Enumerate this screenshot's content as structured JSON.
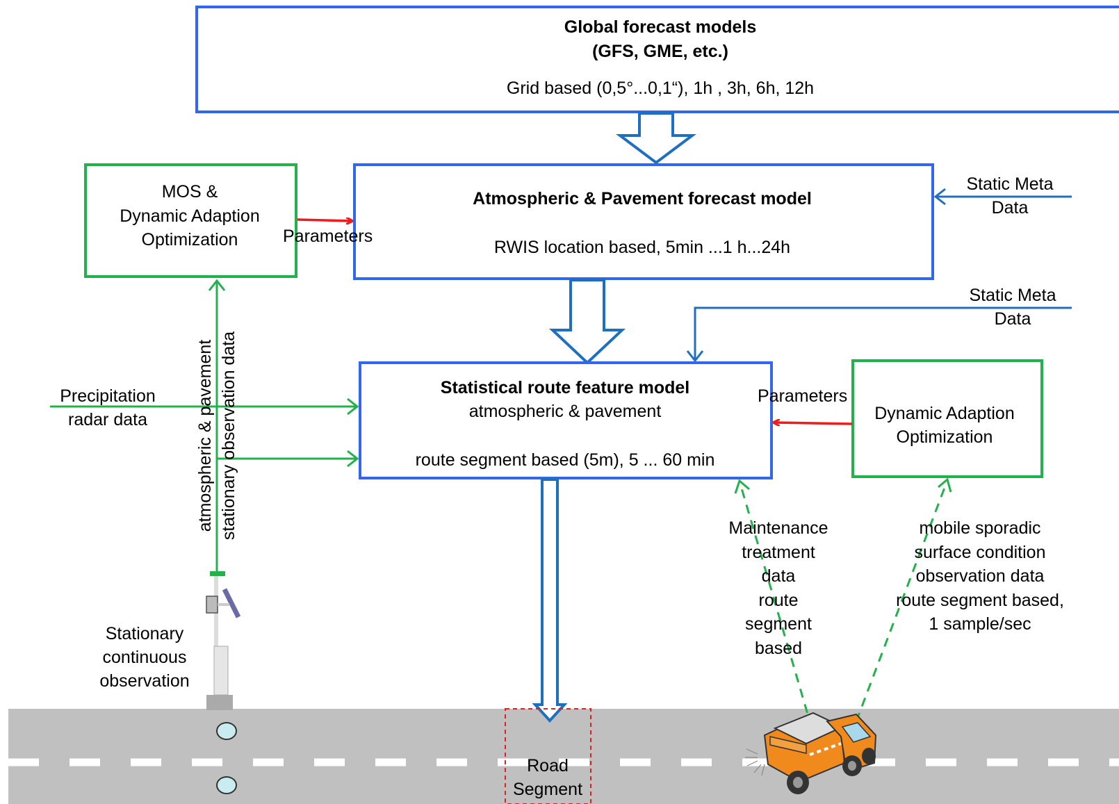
{
  "colors": {
    "blue_box": "#3366ee",
    "blue_arrow": "#1f6fc0",
    "green": "#22b14c",
    "red": "#ee1c1c",
    "road": "#c0c0c0",
    "road_segment": "#dd2222",
    "lamp_lens": "#c9ecf0"
  },
  "global_box": {
    "title1": "Global forecast models",
    "title2": "(GFS, GME, etc.)",
    "subtitle": "Grid based (0,5°...0,1“), 1h , 3h, 6h, 12h"
  },
  "atmo_box": {
    "title": "Atmospheric & Pavement forecast model",
    "subtitle": "RWIS location based, 5min ...1 h...24h"
  },
  "mos_box": {
    "line1": "MOS &",
    "line2": "Dynamic Adaption",
    "line3": "Optimization"
  },
  "stat_box": {
    "title": "Statistical route feature model",
    "line2": "atmospheric & pavement",
    "line3": "route segment based (5m), 5 ... 60 min"
  },
  "dyn_box": {
    "line1": "Dynamic Adaption",
    "line2": "Optimization"
  },
  "labels": {
    "parameters_left": "Parameters",
    "parameters_right": "Parameters",
    "static_meta_1": [
      "Static Meta",
      "Data"
    ],
    "static_meta_2": [
      "Static Meta",
      "Data"
    ],
    "precipitation": [
      "Precipitation",
      "radar data"
    ],
    "vertical_1": "atmospheric & pavement",
    "vertical_2": "stationary observation data",
    "stationary": [
      "Stationary",
      "continuous",
      "observation"
    ],
    "maintenance": [
      "Maintenance",
      "treatment",
      "data",
      "route",
      "segment",
      "based"
    ],
    "mobile": [
      "mobile sporadic",
      "surface condition",
      "observation data",
      "route segment based,",
      "1 sample/sec"
    ],
    "road_segment": [
      "Road",
      "Segment"
    ]
  },
  "icons": {
    "sensor_pole": "weather-station-icon",
    "vehicle": "winter-service-truck-icon"
  }
}
